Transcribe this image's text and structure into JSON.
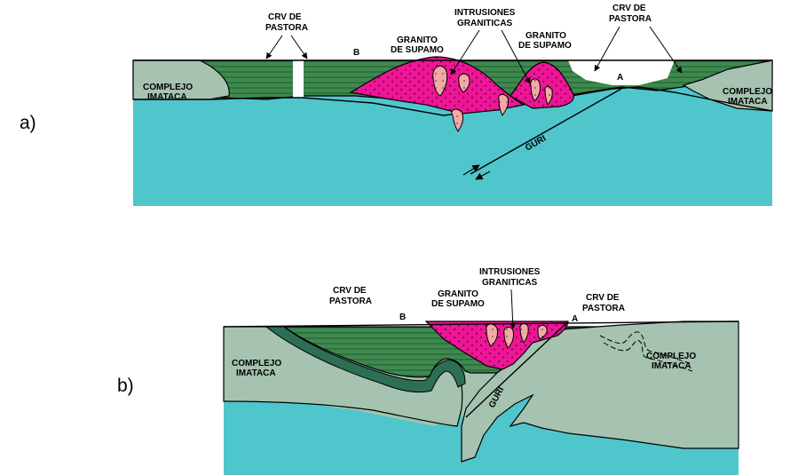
{
  "panels": [
    {
      "id": "a",
      "letter": "a)",
      "labels": {
        "crv_left": [
          "CRV DE",
          "PASTORA"
        ],
        "crv_right": [
          "CRV DE",
          "PASTORA"
        ],
        "intrusions": [
          "INTRUSIONES",
          "GRANITICAS"
        ],
        "granito_left": [
          "GRANITO",
          "DE SUPAMO"
        ],
        "granito_right": [
          "GRANITO",
          "DE SUPAMO"
        ],
        "point_b": "B",
        "point_a": "A",
        "complejo_left": [
          "COMPLEJO",
          "IMATACA"
        ],
        "complejo_right": [
          "COMPLEJO",
          "IMATACA"
        ],
        "fault": "GURI"
      }
    },
    {
      "id": "b",
      "letter": "b)",
      "labels": {
        "crv_left": [
          "CRV DE",
          "PASTORA"
        ],
        "crv_right": [
          "CRV DE",
          "PASTORA"
        ],
        "intrusions": [
          "INTRUSIONES",
          "GRANITICAS"
        ],
        "granito": [
          "GRANITO",
          "DE SUPAMO"
        ],
        "point_b": "B",
        "point_a": "A",
        "complejo_left": [
          "COMPLEJO",
          "IMATACA"
        ],
        "complejo_right": [
          "COMPLEJO",
          "IMATACA"
        ],
        "fault": "GURI"
      }
    }
  ],
  "colors": {
    "mantle": "#4fc6cc",
    "complejo": "#a5c3b0",
    "greenstone": "#3d8a4e",
    "greenstone_dark": "#2c6f55",
    "granite": "#ee1596",
    "intrusion": "#f4a9a6",
    "dots": "#1a1a1a"
  },
  "icons": [
    "arrow-icon",
    "fault-motion-arrows-icon",
    "dot-pattern-icon"
  ]
}
